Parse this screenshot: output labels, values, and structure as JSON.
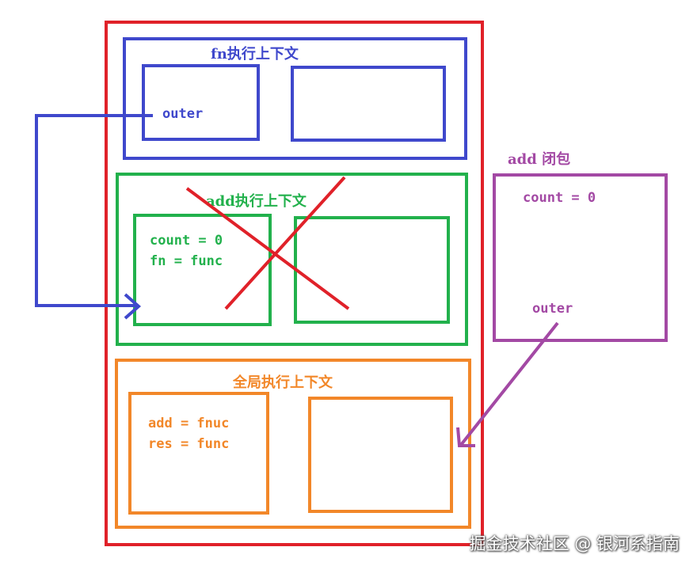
{
  "colors": {
    "red": "#e02129",
    "blue": "#3f48cc",
    "green": "#22b14c",
    "orange": "#f28729",
    "purple": "#a349a4"
  },
  "fn_context": {
    "title": "fn执行上下文",
    "left_box_text": "outer"
  },
  "add_context": {
    "title": "add执行上下文",
    "line1": "count = 0",
    "line2": "fn = func"
  },
  "global_context": {
    "title": "全局执行上下文",
    "line1": "add = fnuc",
    "line2": "res = func"
  },
  "closure": {
    "title": "add 闭包",
    "line1": "count = 0",
    "line2": "outer"
  },
  "watermark": "掘金技术社区 @ 银河系指南"
}
